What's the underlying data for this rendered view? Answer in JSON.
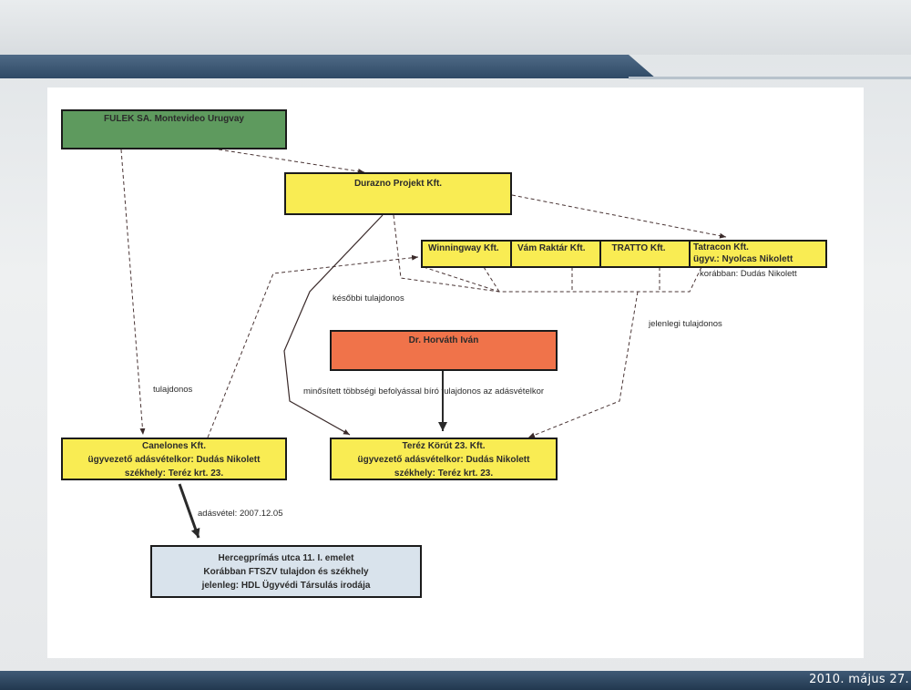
{
  "footer": {
    "date": "2010. május 27."
  },
  "diagram": {
    "nodes": {
      "fulek": {
        "lines": [
          "FULEK SA. Montevideo Urugvay"
        ],
        "color": "#5e9a5e"
      },
      "durazno": {
        "lines": [
          "Durazno Projekt Kft."
        ],
        "color": "#f9ec53"
      },
      "winningway": {
        "lines": [
          "Winningway Kft."
        ],
        "color": "#f9ec53"
      },
      "vamraktar": {
        "lines": [
          "Vám Raktár Kft."
        ],
        "color": "#f9ec53"
      },
      "tratto": {
        "lines": [
          "TRATTO Kft."
        ],
        "color": "#f9ec53"
      },
      "tatracon": {
        "lines": [
          "Tatracon Kft.",
          "ügyv.: Nyolcas Nikolett"
        ],
        "color": "#f9ec53"
      },
      "horvath": {
        "lines": [
          "Dr. Horváth Iván"
        ],
        "color": "#f0734a"
      },
      "canelones": {
        "lines": [
          "Canelones Kft.",
          "ügyvezető adásvételkor: Dudás Nikolett",
          "székhely: Teréz krt. 23."
        ],
        "color": "#f9ec53"
      },
      "terez": {
        "lines": [
          "Teréz Körút 23. Kft.",
          "ügyvezető adásvételkor: Dudás Nikolett",
          "székhely: Teréz krt. 23."
        ],
        "color": "#f9ec53"
      },
      "hercegprimas": {
        "lines": [
          "Hercegprímás utca 11. I. emelet",
          "Korábban FTSZV tulajdon és székhely",
          "jelenleg: HDL Ügyvédi Társulás irodája"
        ],
        "color": "#d9e3ec"
      }
    },
    "labels": {
      "korabban": "korábban: Dudás Nikolett",
      "kesobbi": "későbbi tulajdonos",
      "jelenlegi": "jelenlegi tulajdonos",
      "tulajdonos": "tulajdonos",
      "minositett": "minősített többségi befolyással bíró tulajdonos az adásvételkor",
      "adasvetel": "adásvétel: 2007.12.05"
    }
  }
}
